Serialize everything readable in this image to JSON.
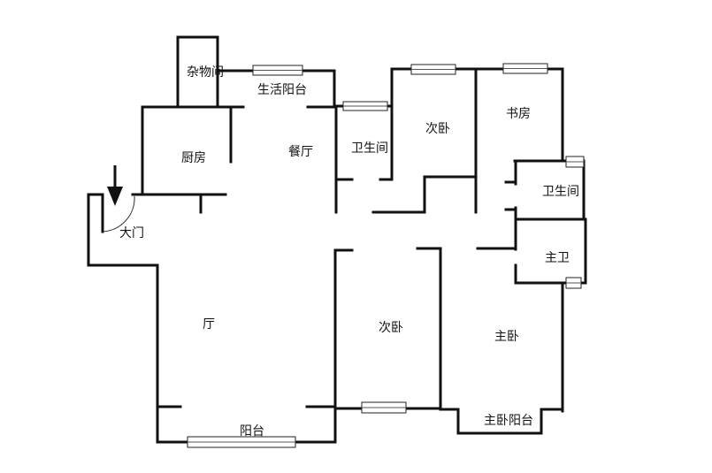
{
  "rooms": {
    "storage": "杂物间",
    "service_balcony": "生活阳台",
    "kitchen": "厨房",
    "dining": "餐厅",
    "bathroom_1": "卫生间",
    "bedroom_2a": "次卧",
    "study": "书房",
    "bathroom_2": "卫生间",
    "master_bath": "主卫",
    "entrance": "大门",
    "living": "厅",
    "bedroom_2b": "次卧",
    "master_bedroom": "主卧",
    "balcony": "阳台",
    "master_balcony": "主卧阳台"
  },
  "colors": {
    "wall": "#111111",
    "background": "#ffffff"
  },
  "icons": {
    "entrance_arrow": "arrow-down-icon"
  }
}
